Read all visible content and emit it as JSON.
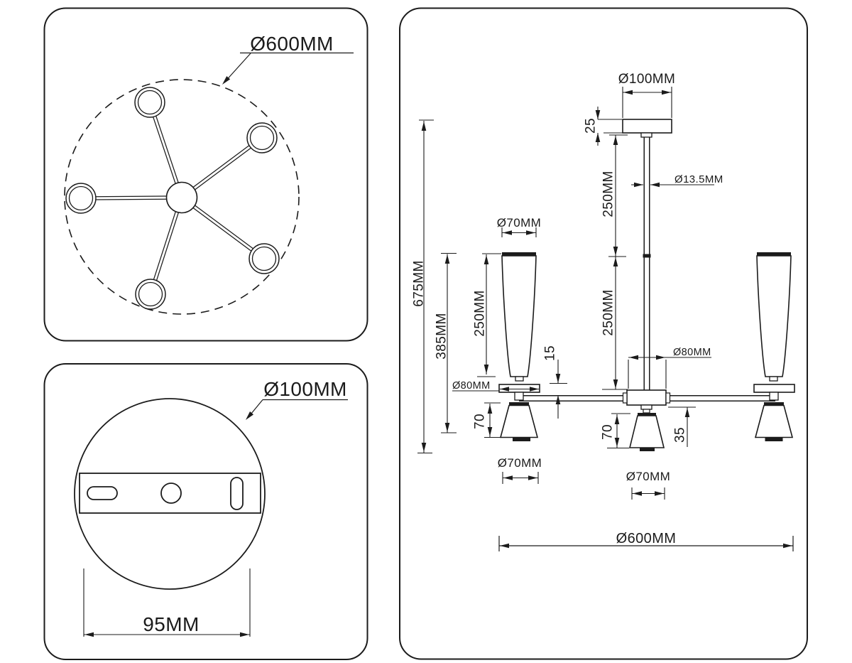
{
  "top_view": {
    "diameter": "Ø600MM"
  },
  "mount_plate_view": {
    "diameter": "Ø100MM",
    "hole_spacing": "95MM"
  },
  "side_view": {
    "canopy_diameter": "Ø100MM",
    "canopy_height": "25",
    "upper_stem_length": "250MM",
    "lower_stem_length": "250MM",
    "stem_diameter": "Ø13.5MM",
    "overall_height": "675MM",
    "fixture_height": "385MM",
    "shade_height": "250MM",
    "shade_top_diameter": "Ø70MM",
    "shade_to_arm_gap": "15",
    "holder_disc_diameter": "Ø80MM",
    "hub_diameter": "Ø80MM",
    "left_cone_height": "70",
    "center_cone_height": "70",
    "arm_to_cone_distance": "35",
    "left_cone_diameter": "Ø70MM",
    "center_cone_diameter": "Ø70MM",
    "overall_diameter": "Ø600MM"
  }
}
